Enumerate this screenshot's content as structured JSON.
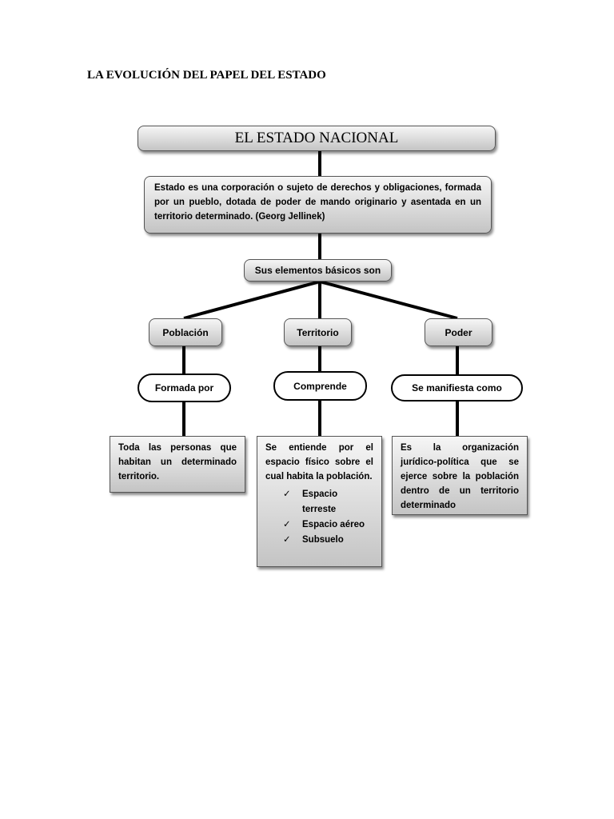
{
  "page_title": "LA EVOLUCIÓN DEL PAPEL DEL ESTADO",
  "diagram": {
    "root": "EL ESTADO NACIONAL",
    "definition": "Estado es una corporación o sujeto de derechos y obligaciones, formada por un pueblo, dotada de poder de mando originario y asentada en un territorio determinado. (Georg Jellinek)",
    "elements_header": "Sus elementos básicos son",
    "branches": [
      {
        "label": "Población",
        "connector": "Formada por",
        "description": "Toda las personas que habitan un determinado territorio."
      },
      {
        "label": "Territorio",
        "connector": "Comprende",
        "description": "Se entiende por el espacio físico sobre el cual habita la población.",
        "items": [
          "Espacio terreste",
          "Espacio aéreo",
          "Subsuelo"
        ]
      },
      {
        "label": "Poder",
        "connector": "Se manifiesta como",
        "description": "Es la organización jurídico-política que se ejerce sobre la población dentro de un territorio determinado"
      }
    ]
  }
}
